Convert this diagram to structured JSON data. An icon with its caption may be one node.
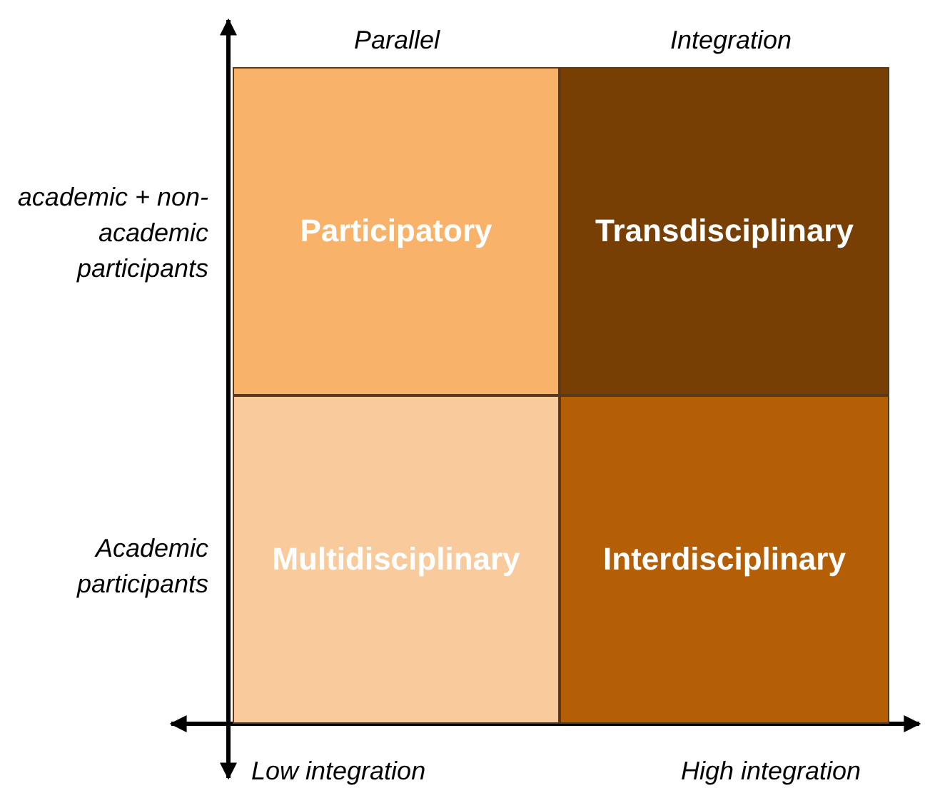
{
  "diagram": {
    "nodes": [
      {
        "text": [
          "Participatory"
        ]
      },
      {
        "text": [
          "Transdisciplinary"
        ]
      },
      {
        "text": [
          "Multidisciplinary"
        ]
      },
      {
        "text": [
          "Interdisciplinary"
        ]
      }
    ],
    "labels": [
      "Parallel",
      "Integration",
      "academic + non-academic participants",
      "Academic participants",
      "Low integration",
      "High integration"
    ]
  }
}
